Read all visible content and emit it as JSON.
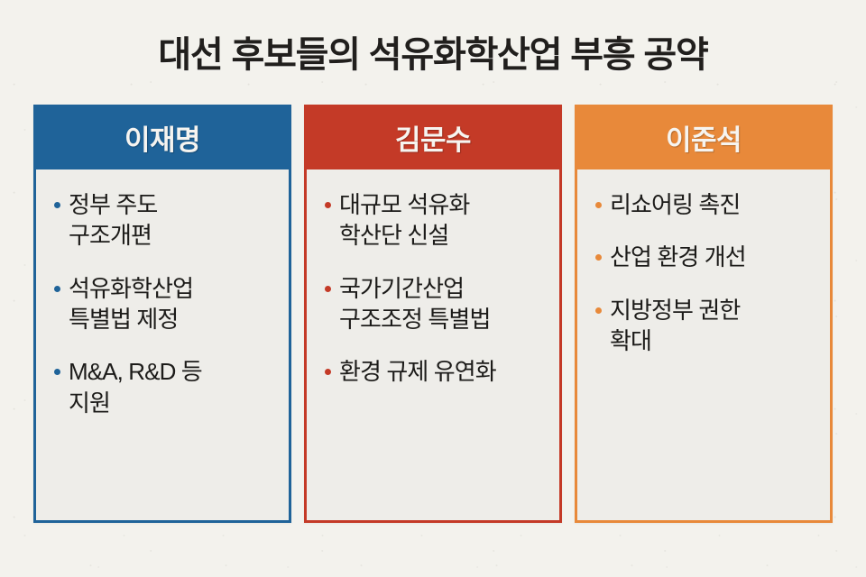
{
  "page": {
    "title": "대선 후보들의 석유화학산업 부흥 공약",
    "background_color": "#f3f2ed",
    "title_color": "#211f1d"
  },
  "candidates": [
    {
      "name": "이재명",
      "accent_color": "#1f6399",
      "pledges": [
        "정부 주도\n구조개편",
        "석유화학산업\n특별법 제정",
        "M&A, R&D 등\n지원"
      ]
    },
    {
      "name": "김문수",
      "accent_color": "#c43a27",
      "pledges": [
        "대규모 석유화\n학산단 신설",
        "국가기간산업\n구조조정 특별법",
        "환경 규제 유연화"
      ]
    },
    {
      "name": "이준석",
      "accent_color": "#e8893a",
      "pledges": [
        "리쇼어링 촉진",
        "산업 환경 개선",
        "지방정부 권한\n확대"
      ]
    }
  ]
}
